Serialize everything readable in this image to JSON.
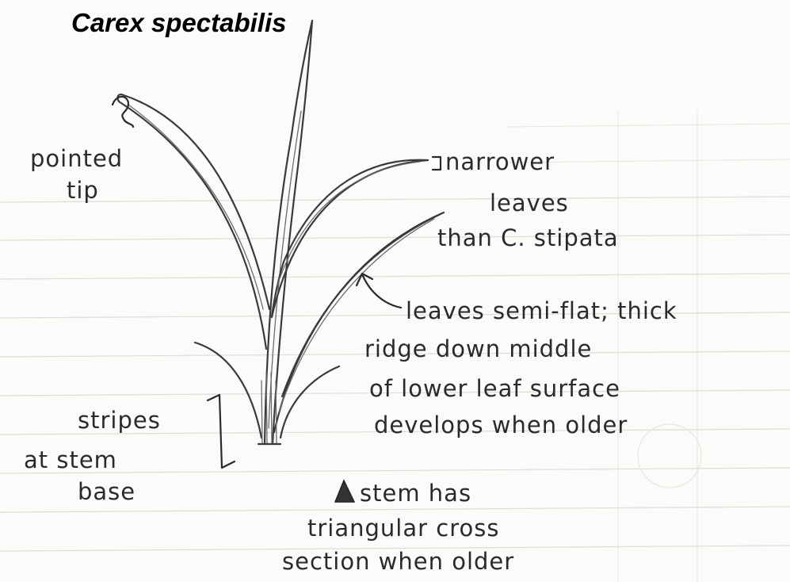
{
  "title": "Carex spectabilis",
  "labels": {
    "tip": [
      "pointed",
      "tip"
    ],
    "narrow": [
      "narrower",
      "leaves",
      "than C. stipata"
    ],
    "flat": [
      "leaves semi-flat; thick",
      "ridge down middle",
      "of lower leaf surface",
      "develops when older"
    ],
    "stripes": [
      "stripes",
      "at  stem",
      "base"
    ],
    "stem": [
      "stem has",
      "triangular cross",
      "section when older"
    ]
  },
  "colors": {
    "ink": "#2a2a2a",
    "paper": "#fbfbf9",
    "rule": "#dedcd6"
  }
}
